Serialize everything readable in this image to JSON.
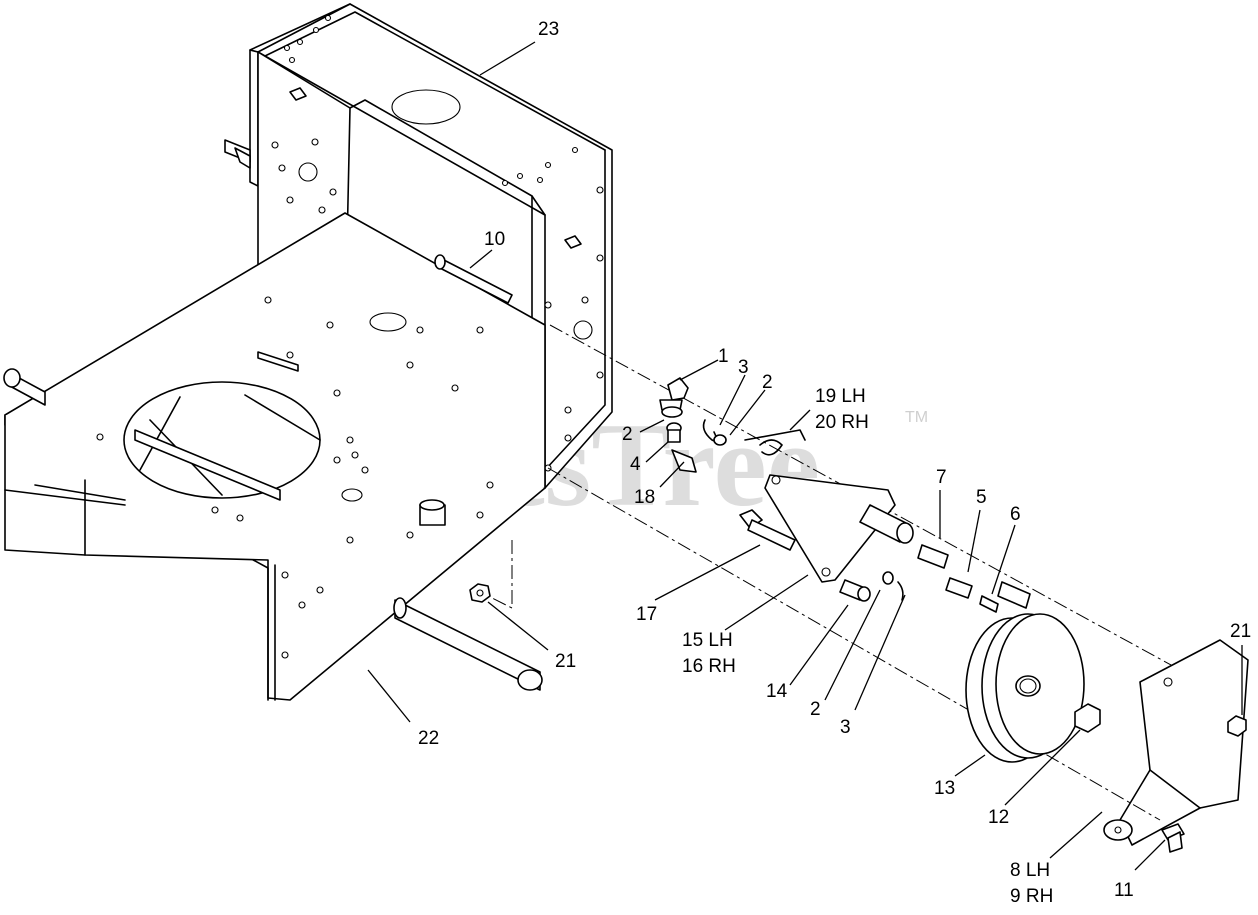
{
  "watermark": {
    "text": "PartsTree",
    "trademark": "TM"
  },
  "callouts": [
    "1",
    "2",
    "2",
    "2",
    "3",
    "3",
    "4",
    "5",
    "6",
    "7",
    "8 LH",
    "9 RH",
    "10",
    "11",
    "12",
    "13",
    "14",
    "15 LH",
    "16 RH",
    "17",
    "18",
    "19 LH",
    "20 RH",
    "21",
    "21",
    "22",
    "23"
  ]
}
